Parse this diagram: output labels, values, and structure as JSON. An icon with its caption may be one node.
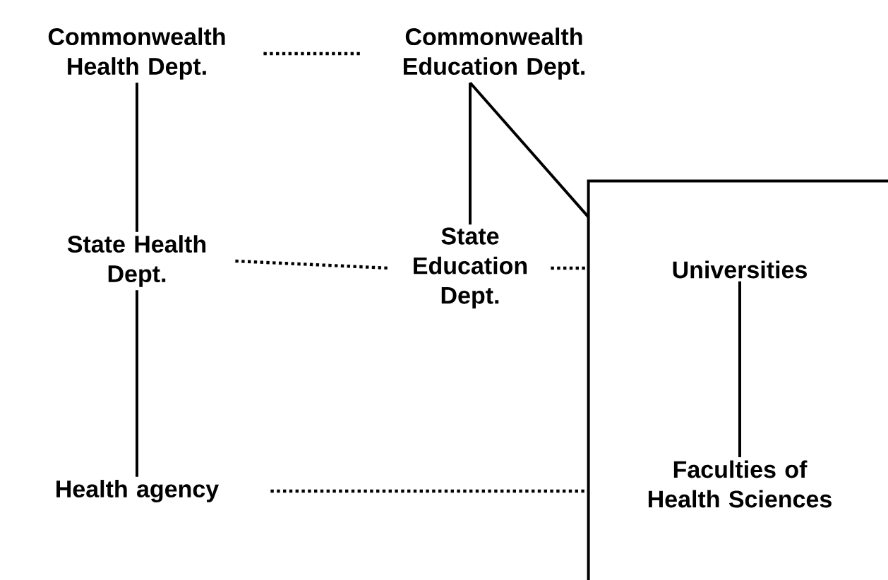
{
  "diagram": {
    "nodes": [
      {
        "text": [
          "Commonwealth Health Dept."
        ]
      },
      {
        "text": [
          "Commonwealth Education Dept."
        ]
      },
      {
        "text": [
          "State Health Dept."
        ]
      },
      {
        "text": [
          "State Education Dept."
        ]
      },
      {
        "text": [],
        "shape": "box"
      },
      {
        "text": [
          "Universities"
        ],
        "in": 4
      },
      {
        "text": [
          "Health agency"
        ]
      },
      {
        "text": [
          "Faculties of Health Sciences"
        ],
        "in": 4
      }
    ],
    "edges": [
      {
        "from": 0,
        "to": 1,
        "arrow": "none",
        "style": "dashed"
      },
      {
        "from": 0,
        "to": 2,
        "arrow": "none"
      },
      {
        "from": 1,
        "to": 3,
        "arrow": "none"
      },
      {
        "from": 1,
        "to": 4,
        "arrow": "none"
      },
      {
        "from": 2,
        "to": 3,
        "arrow": "none",
        "style": "dashed"
      },
      {
        "from": 3,
        "to": 4,
        "arrow": "none",
        "style": "dashed"
      },
      {
        "from": 2,
        "to": 6,
        "arrow": "none"
      },
      {
        "from": 6,
        "to": 4,
        "arrow": "none",
        "style": "dashed"
      },
      {
        "from": 5,
        "to": 7,
        "arrow": "none"
      }
    ]
  }
}
